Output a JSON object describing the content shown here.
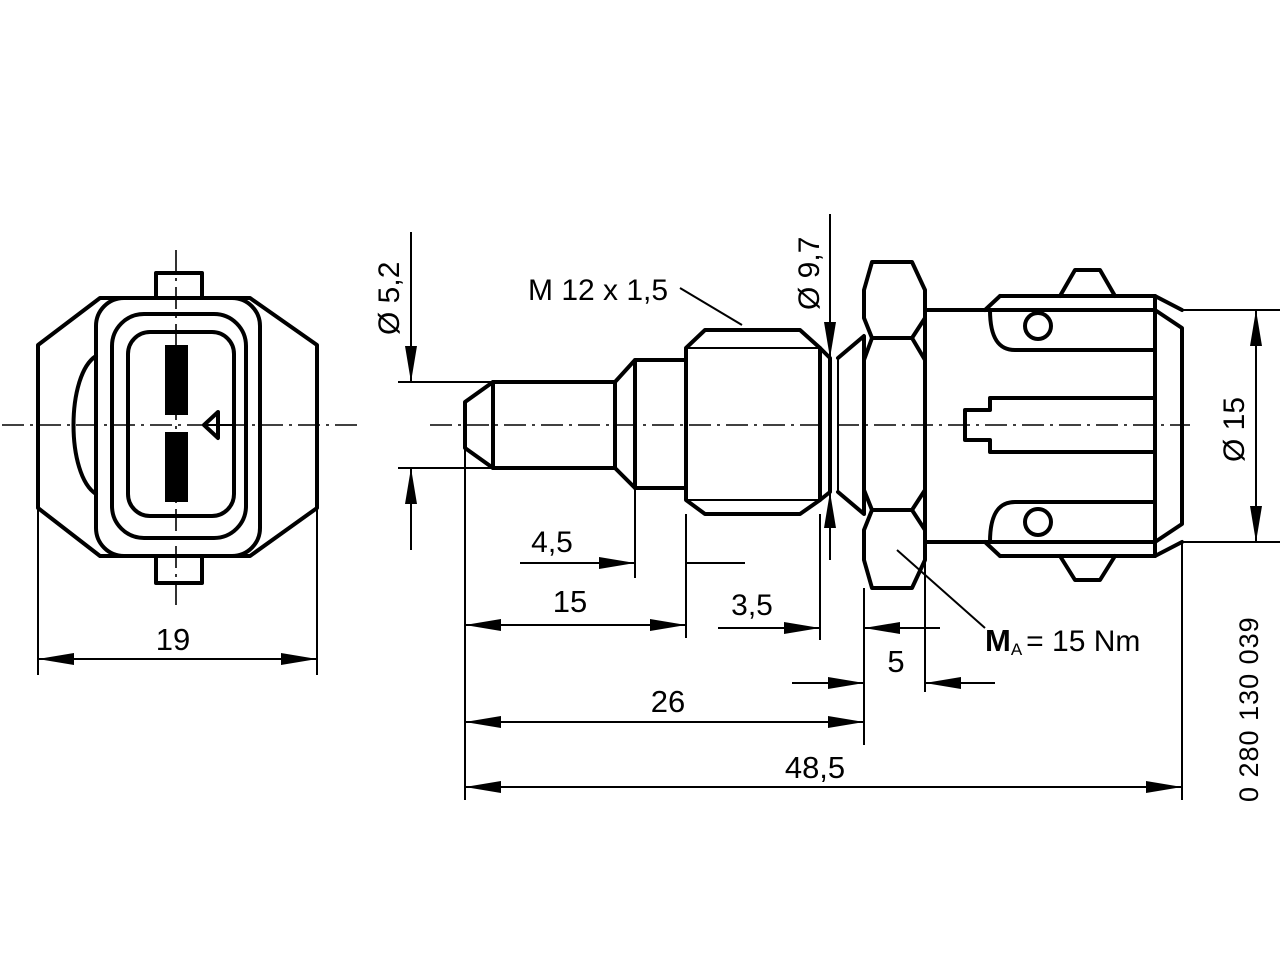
{
  "dimensions": {
    "width_19": "19",
    "dia_5_2": "Ø 5,2",
    "thread": "M 12 x 1,5",
    "dia_9_7": "Ø 9,7",
    "dia_15": "Ø 15",
    "len_4_5": "4,5",
    "len_15": "15",
    "len_3_5": "3,5",
    "len_5": "5",
    "len_26": "26",
    "len_48_5": "48,5"
  },
  "torque": {
    "symbol": "M",
    "subscript": "A",
    "value": "= 15 Nm"
  },
  "part_number": "0 280 130 039"
}
